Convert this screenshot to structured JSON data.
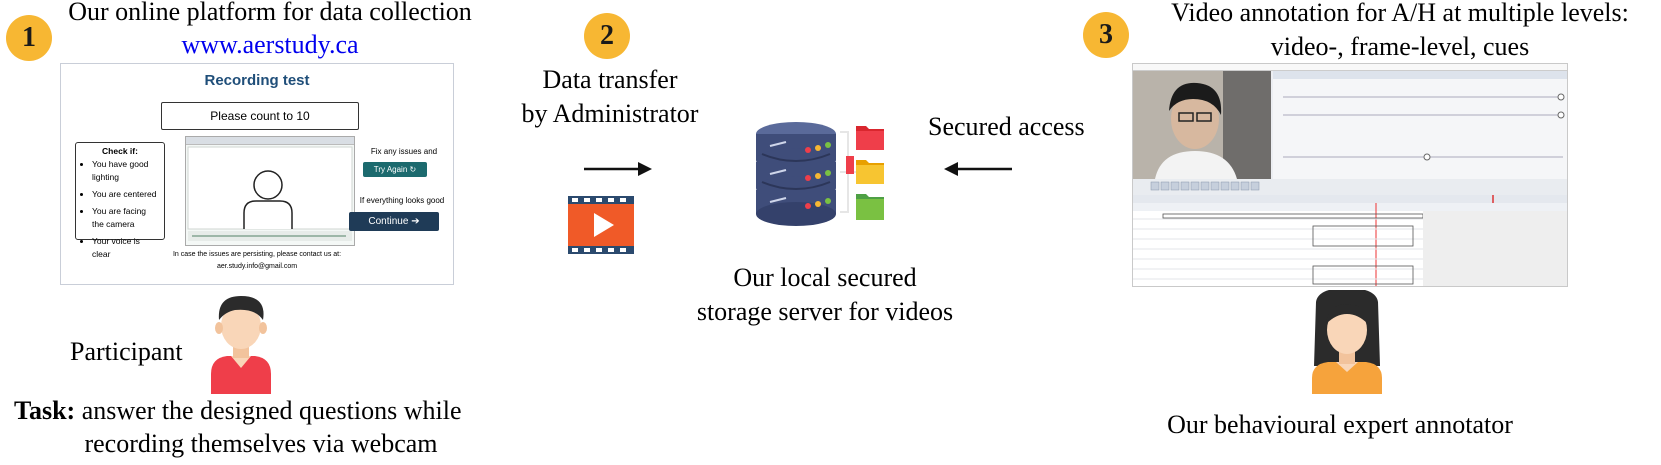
{
  "step1": {
    "number": "1",
    "title": "Our online platform for data collection",
    "url": "www.aerstudy.ca",
    "panel": {
      "title": "Recording test",
      "prompt": "Please count to 10",
      "check_title": "Check if:",
      "checks": [
        "You have good lighting",
        "You are centered",
        "You are facing the camera",
        "Your voice is clear"
      ],
      "fix_text": "Fix any issues and",
      "try_again": "Try Again",
      "good_text": "If everything looks good",
      "continue": "Continue",
      "contact_line1": "In case the issues are persisting, please contact us at:",
      "contact_line2": "aer.study.info@gmail.com"
    },
    "person_label": "Participant",
    "task_label": "Task:",
    "task_text_line1": " answer the designed questions while",
    "task_text_line2": "recording themselves via webcam"
  },
  "step2": {
    "number": "2",
    "transfer_line1": "Data transfer",
    "transfer_line2": "by Administrator",
    "access_label": "Secured access",
    "storage_line1": "Our local secured",
    "storage_line2": "storage server for videos"
  },
  "step3": {
    "number": "3",
    "title_line1": "Video annotation for A/H at multiple levels:",
    "title_line2": "video-, frame-level, cues",
    "annotator_label": "Our behavioural expert annotator"
  },
  "colors": {
    "badge": "#f7b733",
    "url": "#0000ee",
    "participant_shirt": "#ef3e4a",
    "annotator_shirt": "#f6a33c",
    "server": "#3f4d7a",
    "video_icon": "#f05a28"
  },
  "icons": [
    "database-server-icon",
    "folder-icon",
    "video-file-icon",
    "arrow-right-icon",
    "arrow-left-icon",
    "participant-avatar-icon",
    "annotator-avatar-icon"
  ]
}
